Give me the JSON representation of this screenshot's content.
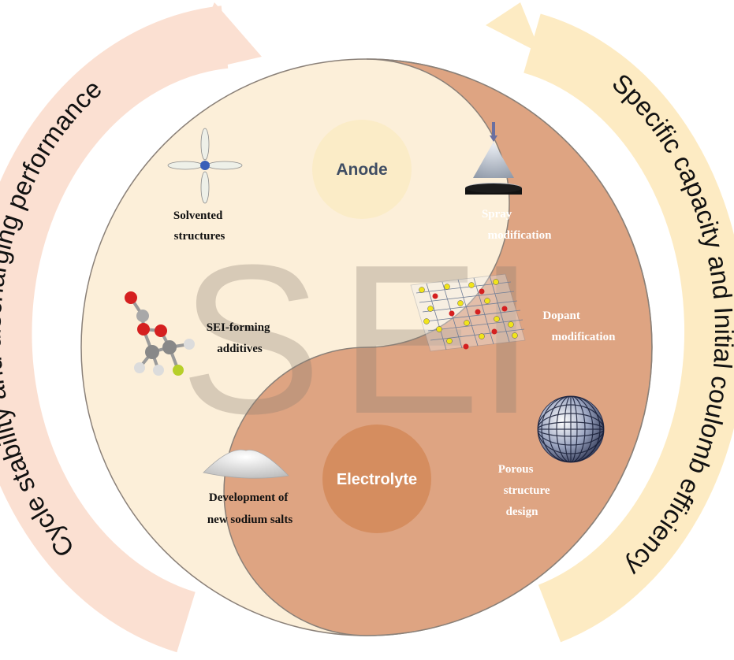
{
  "arcs": {
    "left_label": "Cycle stability and discharging performance",
    "right_label": "Specific capacity and Initial coulomb efficiency"
  },
  "center": {
    "watermark_s": "S",
    "watermark_e": "E",
    "watermark_i": "I",
    "anode_label": "Anode",
    "electrolyte_label": "Electrolyte"
  },
  "electrolyte_side": {
    "solvented": [
      "Solvented",
      "structures"
    ],
    "additives": [
      "SEI-forming",
      "additives"
    ],
    "salts": [
      "Development of",
      "new sodium salts"
    ]
  },
  "anode_side": {
    "spray": [
      "Spray",
      "modification"
    ],
    "dopant": [
      "Dopant",
      "modification"
    ],
    "porous": [
      "Porous",
      "structure",
      "design"
    ]
  },
  "colors": {
    "left_arc": "#fbe0d2",
    "right_arc": "#fdebc3",
    "light_half": "#fcefd9",
    "dark_half": "#dea482",
    "anode_disc": "#fbecc7",
    "electrolyte_disc": "#d58d5f",
    "watermark": "#8a7e72"
  }
}
